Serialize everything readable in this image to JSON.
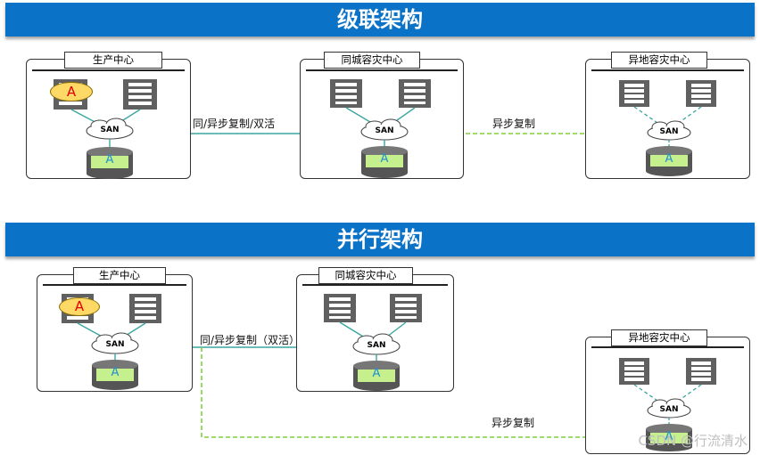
{
  "cascade": {
    "title": "级联架构",
    "sites": [
      {
        "name": "生产中心",
        "volume": "A",
        "app": "A",
        "san": "SAN"
      },
      {
        "name": "同城容灾中心",
        "volume": "A",
        "san": "SAN"
      },
      {
        "name": "异地容灾中心",
        "volume": "A",
        "san": "SAN"
      }
    ],
    "links": [
      "同/异步复制/双活",
      "异步复制"
    ]
  },
  "parallel": {
    "title": "并行架构",
    "sites": [
      {
        "name": "生产中心",
        "volume": "A",
        "app": "A",
        "san": "SAN"
      },
      {
        "name": "同城容灾中心",
        "volume": "A",
        "san": "SAN"
      },
      {
        "name": "异地容灾中心",
        "volume": "A",
        "san": "SAN"
      }
    ],
    "links": [
      "同/异步复制（双活）",
      "异步复制"
    ]
  },
  "colors": {
    "banner": "#0a72c7",
    "sync_link": "#3aa6a0",
    "async_link": "#7fd13b",
    "disk": "#c6ef8e",
    "app_badge": "#ffd966"
  },
  "watermark": "CSDN @行流清水"
}
